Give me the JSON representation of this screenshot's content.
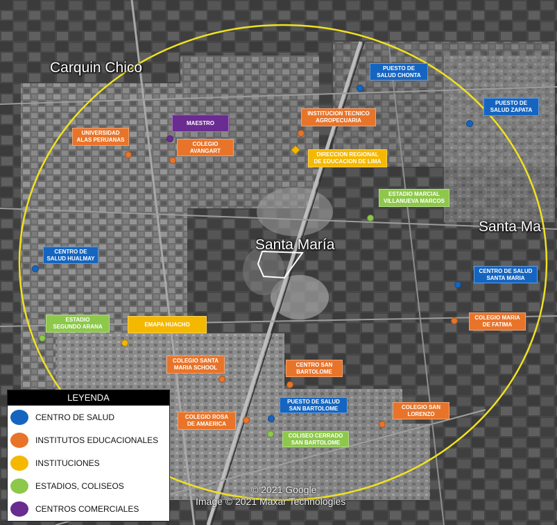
{
  "colors": {
    "health": "#1565c0",
    "education": "#e8742a",
    "institution": "#f5b800",
    "stadium": "#8dc84b",
    "commercial": "#6a2c91",
    "ring": "#f1e21f"
  },
  "places": {
    "carquin": "Carquin Chico",
    "santa_maria": "Santa María",
    "santa_ma_edge": "Santa Ma"
  },
  "labels": {
    "puesto_chonta": "PUESTO DE\nSALUD CHONTA",
    "puesto_zapata": "PUESTO DE\nSALUD ZAPATA",
    "maestro": "MAESTRO",
    "inst_tecnico": "INSTITUCION TECNICO\nAGROPECUARIA",
    "univ_alas": "UNIVERSIDAD\nALAS PERUANAS",
    "colegio_avangart": "COLEGIO\nAVANGART",
    "direccion_regional": "DIRECCION REGIONAL\nDE EDUCACION DE LIMA",
    "estadio_marcial": "ESTADIO MARCIAL\nVILLANUEVA MARCOS",
    "centro_hualmay": "CENTRO DE\nSALUD HUALMAY",
    "centro_santa_maria": "CENTRO DE SALUD\nSANTA MARIA",
    "colegio_fatima": "COLEGIO MARIA\nDE FATIMA",
    "estadio_arana": "ESTADIO\nSEGUNDO ARANA",
    "emapa": "EMAPA HUACHO",
    "colegio_santa_maria_school": "COLEGIO SANTA\nMARIA SCHOOL",
    "centro_san_bartolome": "CENTRO SAN\nBARTOLOME",
    "puesto_san_bartolome": "PUESTO DE SALUD\nSAN BARTOLOME",
    "colegio_san_lorenzo": "COLEGIO SAN\nLORENZO",
    "colegio_rosa": "COLEGIO ROSA\nDE AMAERICA",
    "coliseo_cerrado": "COLISEO CERRADO\nSAN BARTOLOME"
  },
  "attribution": {
    "copyright": "© 2021 Google",
    "imagery": "Image © 2021 Maxar Technologies"
  },
  "legend": {
    "title": "LEYENDA",
    "items": [
      {
        "label": "CENTRO DE SALUD"
      },
      {
        "label": "INSTITUTOS EDUCACIONALES"
      },
      {
        "label": "INSTITUCIONES"
      },
      {
        "label": "ESTADIOS, COLISEOS"
      },
      {
        "label": "CENTROS COMERCIALES"
      }
    ]
  }
}
